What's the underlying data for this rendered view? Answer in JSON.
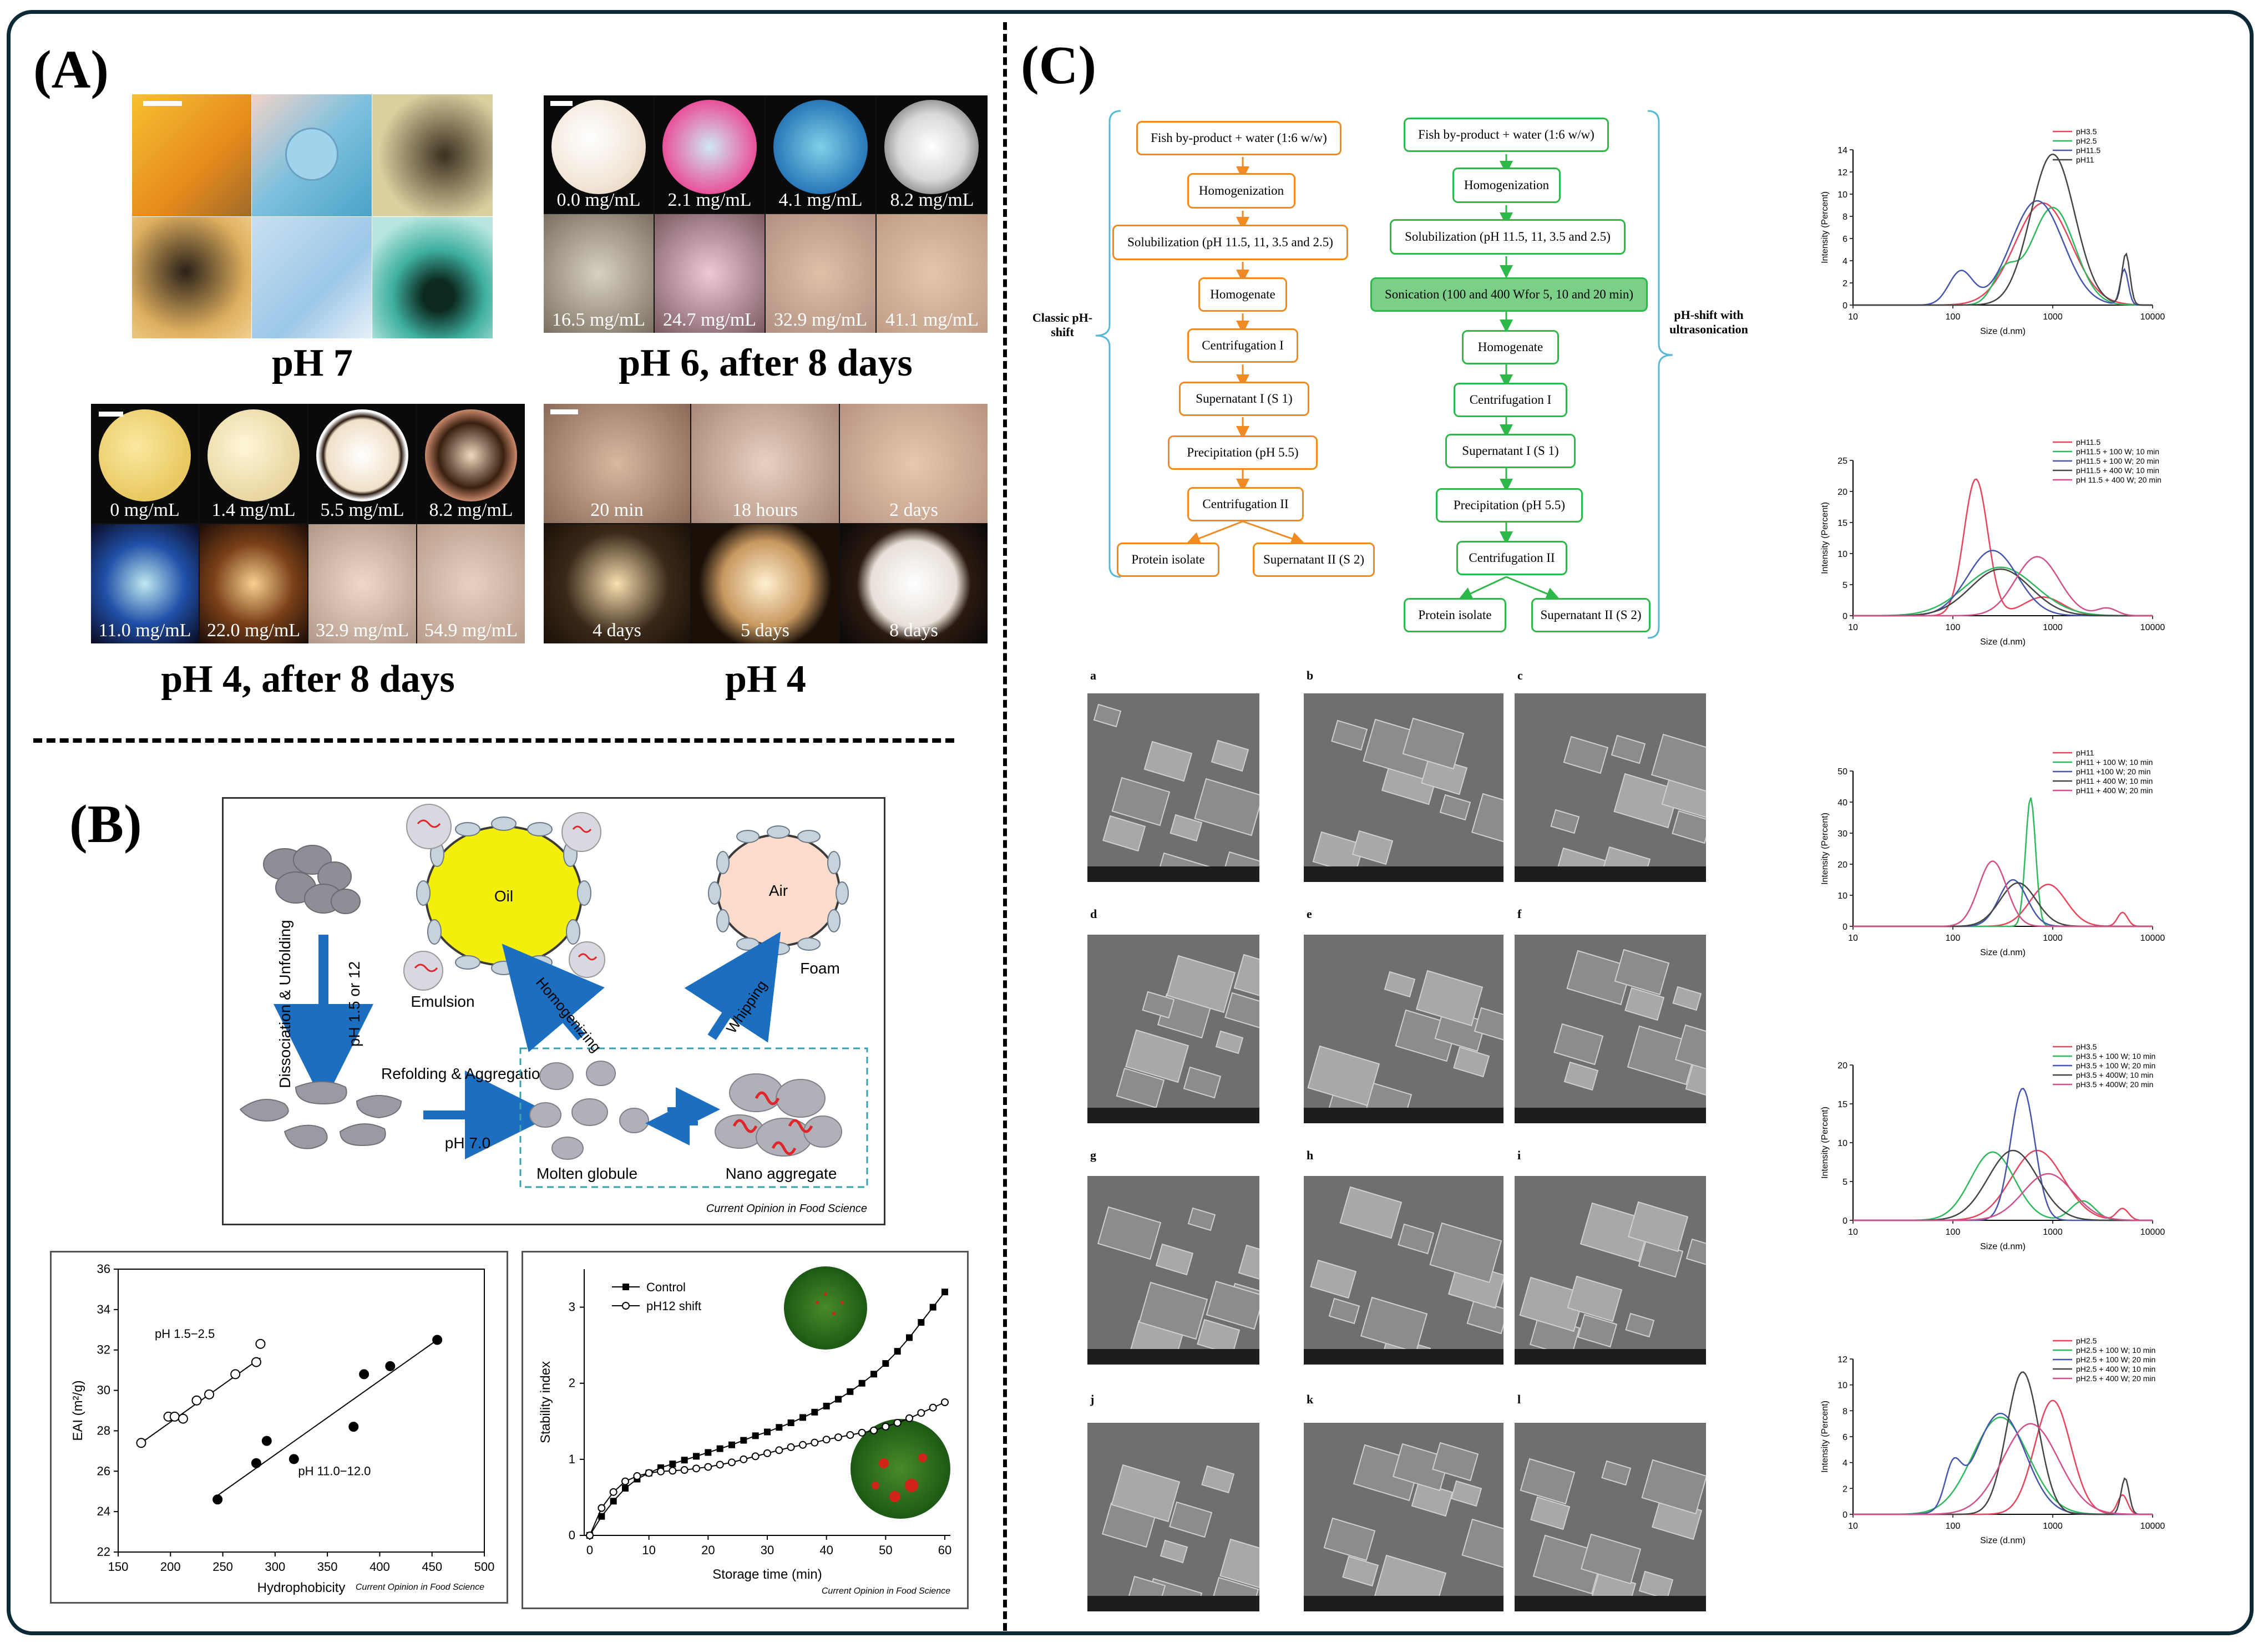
{
  "panels": {
    "A": {
      "label": "(A)",
      "captions": [
        "pH 7",
        "pH 6, after 8 days",
        "pH 4, after 8 days",
        "pH 4"
      ],
      "ph6_tiles": [
        "0.0 mg/mL",
        "2.1 mg/mL",
        "4.1 mg/mL",
        "8.2 mg/mL",
        "16.5 mg/mL",
        "24.7 mg/mL",
        "32.9 mg/mL",
        "41.1 mg/mL"
      ],
      "ph4_tiles": [
        "0 mg/mL",
        "1.4 mg/mL",
        "5.5 mg/mL",
        "8.2 mg/mL",
        "11.0 mg/mL",
        "22.0 mg/mL",
        "32.9 mg/mL",
        "54.9 mg/mL"
      ],
      "time_tiles": [
        "20 min",
        "18 hours",
        "2 days",
        "4 days",
        "5 days",
        "8 days"
      ]
    },
    "B": {
      "label": "(B)",
      "diagram": {
        "dissociation": "Dissociation & Unfolding",
        "ph_shift": "pH 1.5 or 12",
        "refolding": "Refolding & Aggregation",
        "ph7": "pH 7.0",
        "molten": "Molten globule",
        "nano": "Nano aggregate",
        "oil": "Oil",
        "air": "Air",
        "emulsion": "Emulsion",
        "foam": "Foam",
        "homogenizing": "Homogenizing",
        "whipping": "Whipping",
        "credit": "Current Opinion in Food Science"
      },
      "credit": "Current Opinion in Food Science"
    },
    "C": {
      "label": "(C)",
      "flow_left": {
        "side_label": "Classic pH-shift",
        "steps": [
          "Fish by-product + water (1:6 w/w)",
          "Homogenization",
          "Solubilization (pH 11.5, 11, 3.5 and 2.5)",
          "Homogenate",
          "Centrifugation I",
          "Supernatant I (S 1)",
          "Precipitation (pH 5.5)",
          "Centrifugation II",
          "Protein isolate",
          "Supernatant II (S 2)"
        ]
      },
      "flow_right": {
        "side_label": "pH-shift with ultrasonication",
        "steps": [
          "Fish by-product + water (1:6 w/w)",
          "Homogenization",
          "Solubilization (pH 11.5, 11, 3.5 and 2.5)",
          "Sonication (100 and 400 Wfor 5, 10 and 20 min)",
          "Homogenate",
          "Centrifugation I",
          "Supernatant I (S 1)",
          "Precipitation (pH 5.5)",
          "Centrifugation II",
          "Protein isolate",
          "Supernatant II (S 2)"
        ]
      },
      "sem_labels": [
        "a",
        "b",
        "c",
        "d",
        "e",
        "f",
        "g",
        "h",
        "i",
        "j",
        "k",
        "l"
      ]
    }
  },
  "chart_data": [
    {
      "type": "scatter",
      "xlabel": "Hydrophobicity",
      "ylabel": "EAI (m²/g)",
      "xlim": [
        150,
        500
      ],
      "ylim": [
        22,
        36
      ],
      "xticks": [
        "150",
        "200",
        "250",
        "300",
        "350",
        "400",
        "450",
        "500"
      ],
      "yticks": [
        "22",
        "24",
        "26",
        "28",
        "30",
        "32",
        "34",
        "36"
      ],
      "credit": "Current Opinion in Food Science",
      "series": [
        {
          "name": "pH 1.5−2.5",
          "marker": "open",
          "x": [
            172,
            198,
            204,
            212,
            225,
            237,
            262,
            282,
            286
          ],
          "y": [
            27.4,
            28.7,
            28.7,
            28.6,
            29.5,
            29.8,
            30.8,
            31.4,
            32.3
          ],
          "fit": [
            [
              172,
              27.4
            ],
            [
              286,
              31.6
            ]
          ]
        },
        {
          "name": "pH 11.0−12.0",
          "marker": "filled",
          "x": [
            245,
            282,
            292,
            318,
            375,
            385,
            410,
            455
          ],
          "y": [
            24.6,
            26.4,
            27.5,
            26.6,
            28.2,
            30.8,
            31.2,
            32.5
          ],
          "fit": [
            [
              245,
              24.8
            ],
            [
              455,
              32.5
            ]
          ]
        }
      ],
      "annotations": [
        "pH 1.5−2.5",
        "pH 11.0−12.0"
      ]
    },
    {
      "type": "line",
      "xlabel": "Storage time (min)",
      "ylabel": "Stability index",
      "xlim": [
        0,
        60
      ],
      "ylim": [
        0,
        3.5
      ],
      "xticks": [
        "0",
        "10",
        "20",
        "30",
        "40",
        "50",
        "60"
      ],
      "yticks": [
        "0",
        "1",
        "2",
        "3"
      ],
      "credit": "Current Opinion in Food Science",
      "legend_position": "top-left",
      "series": [
        {
          "name": "Control",
          "marker": "filled-square",
          "x": [
            0,
            2,
            4,
            6,
            8,
            10,
            12,
            14,
            16,
            18,
            20,
            22,
            24,
            26,
            28,
            30,
            32,
            34,
            36,
            38,
            40,
            42,
            44,
            46,
            48,
            50,
            52,
            54,
            56,
            58,
            60
          ],
          "y": [
            0,
            0.25,
            0.45,
            0.62,
            0.74,
            0.82,
            0.89,
            0.94,
            0.99,
            1.04,
            1.09,
            1.14,
            1.19,
            1.25,
            1.31,
            1.36,
            1.42,
            1.48,
            1.55,
            1.62,
            1.7,
            1.79,
            1.89,
            2.0,
            2.12,
            2.26,
            2.42,
            2.6,
            2.8,
            3.0,
            3.2
          ]
        },
        {
          "name": "pH12 shift",
          "marker": "open-circle",
          "x": [
            0,
            2,
            4,
            6,
            8,
            10,
            12,
            14,
            16,
            18,
            20,
            22,
            24,
            26,
            28,
            30,
            32,
            34,
            36,
            38,
            40,
            42,
            44,
            46,
            48,
            50,
            52,
            54,
            56,
            58,
            60
          ],
          "y": [
            0,
            0.36,
            0.57,
            0.71,
            0.78,
            0.82,
            0.84,
            0.85,
            0.86,
            0.88,
            0.9,
            0.93,
            0.96,
            1.0,
            1.04,
            1.08,
            1.12,
            1.16,
            1.19,
            1.22,
            1.26,
            1.29,
            1.32,
            1.35,
            1.38,
            1.43,
            1.48,
            1.54,
            1.61,
            1.68,
            1.75
          ]
        }
      ]
    },
    {
      "type": "line",
      "xscale": "log",
      "xlabel": "Size (d.nm)",
      "ylabel": "Intensity (Percent)",
      "xlim": [
        10,
        10000
      ],
      "ylim": [
        0,
        14
      ],
      "xticks": [
        "10",
        "100",
        "1000",
        "10000"
      ],
      "yticks": [
        "0",
        "2",
        "4",
        "6",
        "8",
        "10",
        "12",
        "14"
      ],
      "series": [
        {
          "name": "pH3.5",
          "color": "#e8435a",
          "peaks": [
            [
              800,
              9.2,
              0.28
            ]
          ]
        },
        {
          "name": "pH2.5",
          "color": "#2eb85c",
          "peaks": [
            [
              330,
              2.8,
              0.12
            ],
            [
              1000,
              8.8,
              0.22
            ]
          ]
        },
        {
          "name": "pH11.5",
          "color": "#4455aa",
          "peaks": [
            [
              120,
              3.0,
              0.12
            ],
            [
              700,
              9.4,
              0.26
            ],
            [
              5200,
              3.2,
              0.04
            ]
          ]
        },
        {
          "name": "pH11",
          "color": "#444444",
          "peaks": [
            [
              1000,
              13.6,
              0.22
            ],
            [
              5400,
              4.6,
              0.04
            ]
          ]
        }
      ]
    },
    {
      "type": "line",
      "xscale": "log",
      "xlabel": "Size (d.nm)",
      "ylabel": "Intensity (Percent)",
      "xlim": [
        10,
        10000
      ],
      "ylim": [
        0,
        25
      ],
      "xticks": [
        "10",
        "100",
        "1000",
        "10000"
      ],
      "yticks": [
        "0",
        "5",
        "10",
        "15",
        "20",
        "25"
      ],
      "series": [
        {
          "name": "pH11.5",
          "color": "#e8435a",
          "peaks": [
            [
              170,
              22.0,
              0.12
            ],
            [
              800,
              3.0,
              0.2
            ]
          ]
        },
        {
          "name": "pH11.5 + 100 W; 10 min",
          "color": "#2eb85c",
          "peaks": [
            [
              300,
              7.8,
              0.35
            ]
          ]
        },
        {
          "name": "pH11.5 + 100 W; 20 min",
          "color": "#4455aa",
          "peaks": [
            [
              250,
              10.5,
              0.25
            ]
          ]
        },
        {
          "name": "pH11.5 + 400 W; 10 min",
          "color": "#444444",
          "peaks": [
            [
              300,
              7.5,
              0.3
            ]
          ]
        },
        {
          "name": "pH 11.5 + 400 W; 20 min",
          "color": "#d0508a",
          "peaks": [
            [
              700,
              9.5,
              0.22
            ],
            [
              3500,
              1.2,
              0.1
            ]
          ]
        }
      ]
    },
    {
      "type": "line",
      "xscale": "log",
      "xlabel": "Size (d.nm)",
      "ylabel": "Intensity (Percent)",
      "xlim": [
        10,
        10000
      ],
      "ylim": [
        0,
        50
      ],
      "xticks": [
        "10",
        "100",
        "1000",
        "10000"
      ],
      "yticks": [
        "0",
        "10",
        "20",
        "30",
        "40",
        "50"
      ],
      "series": [
        {
          "name": "pH11",
          "color": "#e8435a",
          "peaks": [
            [
              900,
              13.5,
              0.18
            ],
            [
              5000,
              4.5,
              0.05
            ]
          ]
        },
        {
          "name": "pH11 + 100 W; 10 min",
          "color": "#2eb85c",
          "peaks": [
            [
              600,
              41.5,
              0.05
            ]
          ]
        },
        {
          "name": "pH11 +100 W; 20 min",
          "color": "#4455aa",
          "peaks": [
            [
              400,
              15.0,
              0.14
            ]
          ]
        },
        {
          "name": "pH11 + 400 W; 10 min",
          "color": "#444444",
          "peaks": [
            [
              450,
              14.0,
              0.18
            ]
          ]
        },
        {
          "name": "pH11 + 400 W; 20 min",
          "color": "#d0508a",
          "peaks": [
            [
              250,
              21.0,
              0.14
            ]
          ]
        }
      ]
    },
    {
      "type": "line",
      "xscale": "log",
      "xlabel": "Size (d.nm)",
      "ylabel": "Intensity (Percent)",
      "xlim": [
        10,
        10000
      ],
      "ylim": [
        0,
        20
      ],
      "xticks": [
        "10",
        "100",
        "1000",
        "10000"
      ],
      "yticks": [
        "0",
        "5",
        "10",
        "15",
        "20"
      ],
      "series": [
        {
          "name": "pH3.5",
          "color": "#e8435a",
          "peaks": [
            [
              700,
              9.0,
              0.26
            ],
            [
              5000,
              1.5,
              0.06
            ]
          ]
        },
        {
          "name": "pH3.5 + 100 W; 10 min",
          "color": "#2eb85c",
          "peaks": [
            [
              250,
              8.8,
              0.22
            ],
            [
              2000,
              2.5,
              0.12
            ]
          ]
        },
        {
          "name": "pH3.5 + 100 W; 20 min",
          "color": "#4455aa",
          "peaks": [
            [
              500,
              17.0,
              0.12
            ]
          ]
        },
        {
          "name": "pH3.5 + 400W; 10 min",
          "color": "#444444",
          "peaks": [
            [
              400,
              9.0,
              0.25
            ]
          ]
        },
        {
          "name": "pH3.5 + 400W; 20 min",
          "color": "#d0508a",
          "peaks": [
            [
              900,
              6.0,
              0.25
            ]
          ]
        }
      ]
    },
    {
      "type": "line",
      "xscale": "log",
      "xlabel": "Size (d.nm)",
      "ylabel": "Intensity (Percent)",
      "xlim": [
        10,
        10000
      ],
      "ylim": [
        0,
        12
      ],
      "xticks": [
        "10",
        "100",
        "1000",
        "10000"
      ],
      "yticks": [
        "0",
        "2",
        "4",
        "6",
        "8",
        "10",
        "12"
      ],
      "series": [
        {
          "name": "pH2.5",
          "color": "#e8435a",
          "peaks": [
            [
              1000,
              8.8,
              0.18
            ],
            [
              5000,
              1.5,
              0.05
            ]
          ]
        },
        {
          "name": "pH2.5 + 100 W; 10 min",
          "color": "#2eb85c",
          "peaks": [
            [
              300,
              7.5,
              0.28
            ]
          ]
        },
        {
          "name": "pH2.5 + 100 W; 20 min",
          "color": "#4455aa",
          "peaks": [
            [
              100,
              3.0,
              0.08
            ],
            [
              300,
              7.8,
              0.25
            ]
          ]
        },
        {
          "name": "pH2.5 + 400 W; 10 min",
          "color": "#444444",
          "peaks": [
            [
              500,
              11.0,
              0.16
            ],
            [
              5300,
              2.8,
              0.04
            ]
          ]
        },
        {
          "name": "pH2.5 + 400 W; 20 min",
          "color": "#d0508a",
          "peaks": [
            [
              600,
              7.0,
              0.28
            ]
          ]
        }
      ]
    }
  ]
}
